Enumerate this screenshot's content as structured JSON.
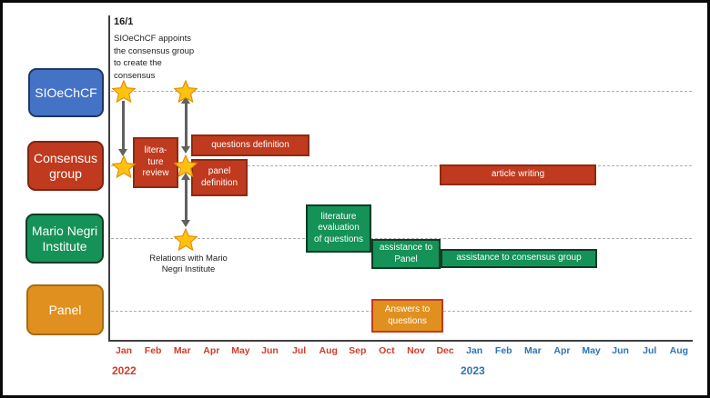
{
  "annotation": {
    "date": "16/1",
    "text": "SIOeChCF appoints the consensus group to create the consensus"
  },
  "rows": {
    "sioechcf": "SIOeChCF",
    "consensus": "Consensus\ngroup",
    "mario": "Mario Negri\nInstitute",
    "panel": "Panel"
  },
  "tasks": {
    "literature_review": "litera-\nture\nreview",
    "questions_definition": "questions definition",
    "panel_definition": "panel\ndefinition",
    "article_writing": "article writing",
    "literature_evaluation": "literature\nevaluation\nof questions",
    "assistance_panel": "assistance to\nPanel",
    "assistance_consensus": "assistance to consensus group",
    "answers": "Answers to\nquestions"
  },
  "notes": {
    "relations": "Relations with Mario\nNegri Institute"
  },
  "axis": {
    "months_2022": [
      "Jan",
      "Feb",
      "Mar",
      "Apr",
      "May",
      "Jun",
      "Jul",
      "Aug",
      "Sep",
      "Oct",
      "Nov",
      "Dec"
    ],
    "months_2023": [
      "Jan",
      "Feb",
      "Mar",
      "Apr",
      "May",
      "Jun",
      "Jul",
      "Aug"
    ],
    "year_2022": "2022",
    "year_2023": "2023"
  },
  "colors": {
    "blue_box": "#4472c4",
    "red_box": "#bf3a1e",
    "green_box": "#149257",
    "orange_box": "#e0901f",
    "star_gold": "#ffc20e",
    "months_2022": "#cc3e2b",
    "months_2023": "#2e74b5",
    "arrow_gray": "#616161"
  },
  "chart_data": {
    "type": "gantt",
    "title": "",
    "x_axis": {
      "months": [
        "Jan 2022",
        "Feb 2022",
        "Mar 2022",
        "Apr 2022",
        "May 2022",
        "Jun 2022",
        "Jul 2022",
        "Aug 2022",
        "Sep 2022",
        "Oct 2022",
        "Nov 2022",
        "Dec 2022",
        "Jan 2023",
        "Feb 2023",
        "Mar 2023",
        "Apr 2023",
        "May 2023",
        "Jun 2023",
        "Jul 2023",
        "Aug 2023"
      ],
      "years": [
        "2022",
        "2023"
      ]
    },
    "rows": [
      "SIOeChCF",
      "Consensus group",
      "Mario Negri Institute",
      "Panel"
    ],
    "tasks": [
      {
        "row": "Consensus group",
        "label": "litera-ture review",
        "start": "Feb 2022",
        "end": "Mar 2022",
        "color": "red"
      },
      {
        "row": "Consensus group",
        "label": "questions definition",
        "start": "Apr 2022",
        "end": "Jul 2022",
        "color": "red"
      },
      {
        "row": "Consensus group",
        "label": "panel definition",
        "start": "Apr 2022",
        "end": "May 2022",
        "color": "red"
      },
      {
        "row": "Consensus group",
        "label": "article writing",
        "start": "Dec 2022",
        "end": "May 2023",
        "color": "red"
      },
      {
        "row": "Mario Negri Institute",
        "label": "literature evaluation of questions",
        "start": "Aug 2022",
        "end": "Sep 2022",
        "color": "green"
      },
      {
        "row": "Mario Negri Institute",
        "label": "assistance to Panel",
        "start": "Oct 2022",
        "end": "Nov 2022",
        "color": "green"
      },
      {
        "row": "Mario Negri Institute",
        "label": "assistance to consensus group",
        "start": "Dec 2022",
        "end": "May 2023",
        "color": "green"
      },
      {
        "row": "Panel",
        "label": "Answers to questions",
        "start": "Oct 2022",
        "end": "Dec 2022",
        "color": "orange"
      }
    ],
    "milestones": [
      {
        "row": "SIOeChCF",
        "month": "Jan 2022",
        "note": "16/1 SIOeChCF appoints the consensus group to create the consensus"
      },
      {
        "row": "Consensus group",
        "month": "Jan 2022"
      },
      {
        "row": "SIOeChCF",
        "month": "Mar 2022"
      },
      {
        "row": "Consensus group",
        "month": "Mar 2022"
      },
      {
        "row": "Mario Negri Institute",
        "month": "Mar 2022",
        "note": "Relations with Mario Negri Institute"
      }
    ],
    "arrows": [
      {
        "from": "SIOeChCF Jan 2022",
        "to": "Consensus group Jan 2022",
        "heads": "down"
      },
      {
        "from": "SIOeChCF Mar 2022",
        "to": "Consensus group Mar 2022",
        "heads": "both"
      },
      {
        "from": "Consensus group Mar 2022",
        "to": "Mario Negri Institute Mar 2022",
        "heads": "both"
      }
    ]
  }
}
